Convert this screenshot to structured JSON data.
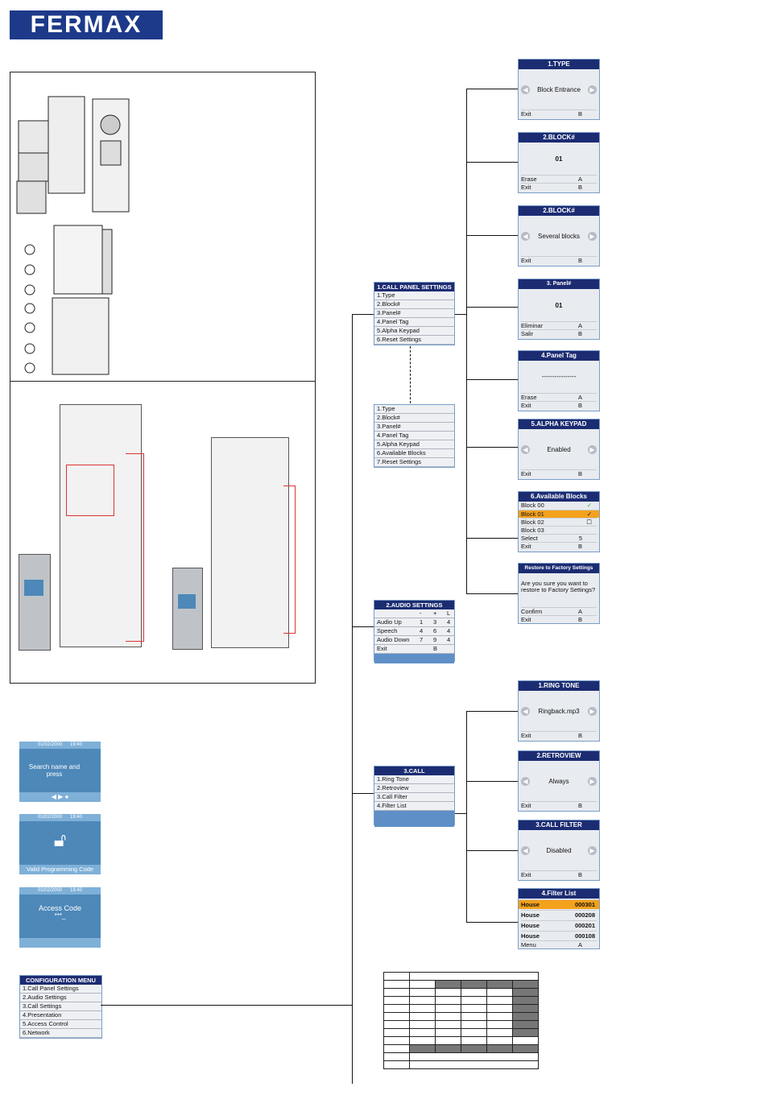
{
  "brand": {
    "logo": "FERMAX",
    "color": "#1d3a8a"
  },
  "screens": {
    "type": {
      "title": "1.TYPE",
      "value": "Block Entrance",
      "rows": [
        {
          "l": "Exit",
          "r": "B"
        }
      ]
    },
    "block_num": {
      "title": "2.BLOCK#",
      "value": "01",
      "rows": [
        {
          "l": "Erase",
          "r": "A"
        },
        {
          "l": "Exit",
          "r": "B"
        }
      ]
    },
    "block_several": {
      "title": "2.BLOCK#",
      "value": "Several blocks",
      "rows": [
        {
          "l": "Exit",
          "r": "B"
        }
      ]
    },
    "panel_num": {
      "title": "3. Panel#",
      "value": "01",
      "rows": [
        {
          "l": "Eliminar",
          "r": "A"
        },
        {
          "l": "Salir",
          "r": "B"
        }
      ]
    },
    "panel_tag": {
      "title": "4.Panel Tag",
      "value": "----------------",
      "rows": [
        {
          "l": "Erase",
          "r": "A"
        },
        {
          "l": "Exit",
          "r": "B"
        }
      ]
    },
    "alpha_keypad": {
      "title": "5.ALPHA KEYPAD",
      "value": "Enabled",
      "rows": [
        {
          "l": "Exit",
          "r": "B"
        }
      ]
    },
    "available_blocks": {
      "title": "6.Available Blocks",
      "items": [
        "Block 00",
        "Block 01",
        "Block 02",
        "Block 03"
      ],
      "rows": [
        {
          "l": "Select",
          "r": "5"
        },
        {
          "l": "Exit",
          "r": "B"
        }
      ]
    },
    "factory": {
      "title": "Restore to Factory Settings",
      "text": "Are you sure you want to restore to Factory Settings?",
      "rows": [
        {
          "l": "Confirm",
          "r": "A"
        },
        {
          "l": "Exit",
          "r": "B"
        }
      ]
    },
    "ring_tone": {
      "title": "1.RING TONE",
      "value": "Ringback.mp3",
      "rows": [
        {
          "l": "Exit",
          "r": "B"
        }
      ]
    },
    "retroview": {
      "title": "2.RETROVIEW",
      "value": "Always",
      "rows": [
        {
          "l": "Exit",
          "r": "B"
        }
      ]
    },
    "call_filter": {
      "title": "3.CALL FILTER",
      "value": "Disabled",
      "rows": [
        {
          "l": "Exit",
          "r": "B"
        }
      ]
    },
    "filter_list": {
      "title": "4.Filter List",
      "items": [
        {
          "l": "House",
          "r": "000301"
        },
        {
          "l": "House",
          "r": "000208"
        },
        {
          "l": "House",
          "r": "000201"
        },
        {
          "l": "House",
          "r": "000108"
        }
      ],
      "rows": [
        {
          "l": "Menu",
          "r": "A"
        }
      ]
    }
  },
  "menus": {
    "call_panel": {
      "title": "1.CALL PANEL SETTINGS",
      "items": [
        "1.Type",
        "2.Block#",
        "3.Panel#",
        "4.Panel Tag",
        "5.Alpha Keypad",
        "6.Reset Settings"
      ]
    },
    "call_panel_alt": {
      "items": [
        "1.Type",
        "2.Block#",
        "3.Panel#",
        "4.Panel Tag",
        "5.Alpha Keypad",
        "6.Available Blocks",
        "7.Reset Settings"
      ]
    },
    "audio": {
      "title": "2.AUDIO SETTINGS",
      "cols": [
        "-",
        "+",
        "L"
      ],
      "rows": [
        {
          "l": "Audio Up",
          "v": [
            "1",
            "3",
            "4"
          ]
        },
        {
          "l": "Speech",
          "v": [
            "4",
            "6",
            "4"
          ]
        },
        {
          "l": "Audio Down",
          "v": [
            "7",
            "9",
            "4"
          ]
        }
      ],
      "exit": "Exit",
      "exit_key": "B"
    },
    "call": {
      "title": "3.CALL",
      "items": [
        "1.Ring Tone",
        "2.Retroview",
        "3.Call Filter",
        "4.Filter List"
      ]
    },
    "config": {
      "title": "CONFIGURATION MENU",
      "items": [
        "1.Call Panel Settings",
        "2.Audio Settings",
        "3.Call Settings",
        "4.Presentation",
        "5.Access Control",
        "6.Network"
      ]
    }
  },
  "phone_screens": {
    "date": "01/02/2000",
    "time": "19:40",
    "search": "Search name and press",
    "valid": "Valid Programming Code",
    "access": "Access Code",
    "access_mask": "***_"
  }
}
